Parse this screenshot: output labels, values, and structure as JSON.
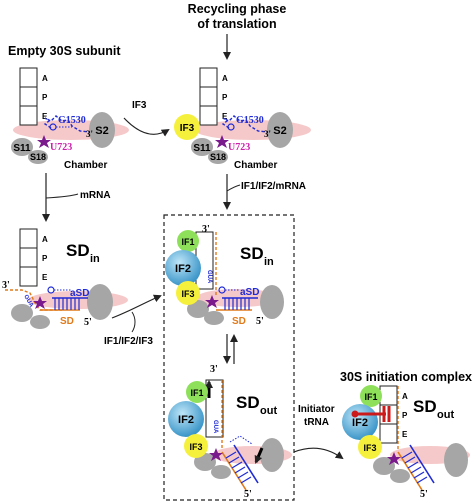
{
  "titles": {
    "recycling_line1": "Recycling phase",
    "recycling_line2": "of translation",
    "empty_30s": "Empty 30S subunit",
    "initiation_complex": "30S initiation complex"
  },
  "sites": {
    "a": "A",
    "p": "P",
    "e": "E"
  },
  "labels": {
    "g1530": "G1530",
    "u723": "U723",
    "three_prime": "3'",
    "five_prime": "5'",
    "s2": "S2",
    "s11": "S11",
    "s18": "S18",
    "chamber": "Chamber",
    "asd": "aSD",
    "sd": "SD",
    "sd_in_main": "SD",
    "sd_in_sub": "in",
    "sd_out_main": "SD",
    "sd_out_sub": "out",
    "gua": "GUA"
  },
  "factors": {
    "if1": "IF1",
    "if2": "IF2",
    "if3": "IF3"
  },
  "arrows": {
    "if3": "IF3",
    "mrna": "mRNA",
    "if1_if2_mrna": "IF1/IF2/mRNA",
    "if1_if2_if3": "IF1/IF2/IF3",
    "initiator_line1": "Initiator",
    "initiator_line2": "tRNA"
  },
  "colors": {
    "grey_protein": "#a6a6a6",
    "pink_chamber": "#f5c9c9",
    "if1_green": "#8ee05a",
    "if2_blue": "#4aa6d8",
    "if3_yellow": "#f5f03c",
    "asd_blue": "#1f2bd6",
    "sd_orange": "#e07a1a",
    "u723_magenta": "#cc22aa",
    "star_purple": "#7a1a8c",
    "trna_red": "#cc1a1a"
  }
}
